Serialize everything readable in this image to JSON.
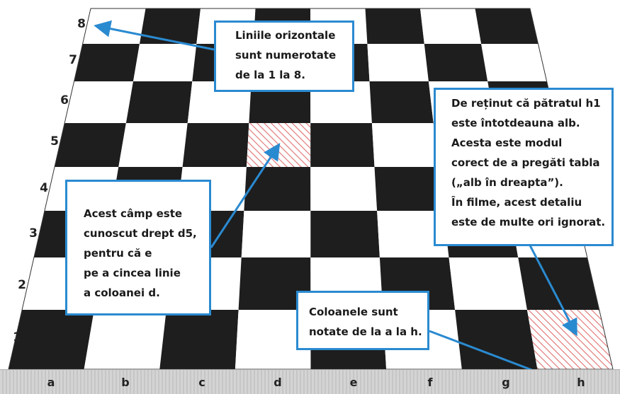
{
  "board": {
    "ranks": [
      "1",
      "2",
      "3",
      "4",
      "5",
      "6",
      "7",
      "8"
    ],
    "files": [
      "a",
      "b",
      "c",
      "d",
      "e",
      "f",
      "g",
      "h"
    ],
    "colors": {
      "dark_square": "#1e1e1e",
      "light_square": "#ffffff",
      "highlight_hatch": "#e07070",
      "arrow": "#2a8ad0"
    }
  },
  "callouts": {
    "ranks_note": {
      "lines": [
        "Liniile orizontale",
        "sunt numerotate",
        "de la 1 la 8."
      ]
    },
    "h1_note": {
      "lines": [
        "De reținut că pătratul h1",
        "este întotdeauna alb.",
        "Acesta este modul",
        "corect de a pregăti tabla",
        "(„alb în dreapta”).",
        "În filme, acest detaliu",
        "este de multe ori ignorat."
      ]
    },
    "d5_note": {
      "lines": [
        "Acest câmp este",
        "cunoscut drept d5,",
        "pentru că e",
        "pe a cincea linie",
        "a coloanei d."
      ]
    },
    "files_note": {
      "lines": [
        "Coloanele sunt",
        "notate de la a la h."
      ]
    }
  }
}
